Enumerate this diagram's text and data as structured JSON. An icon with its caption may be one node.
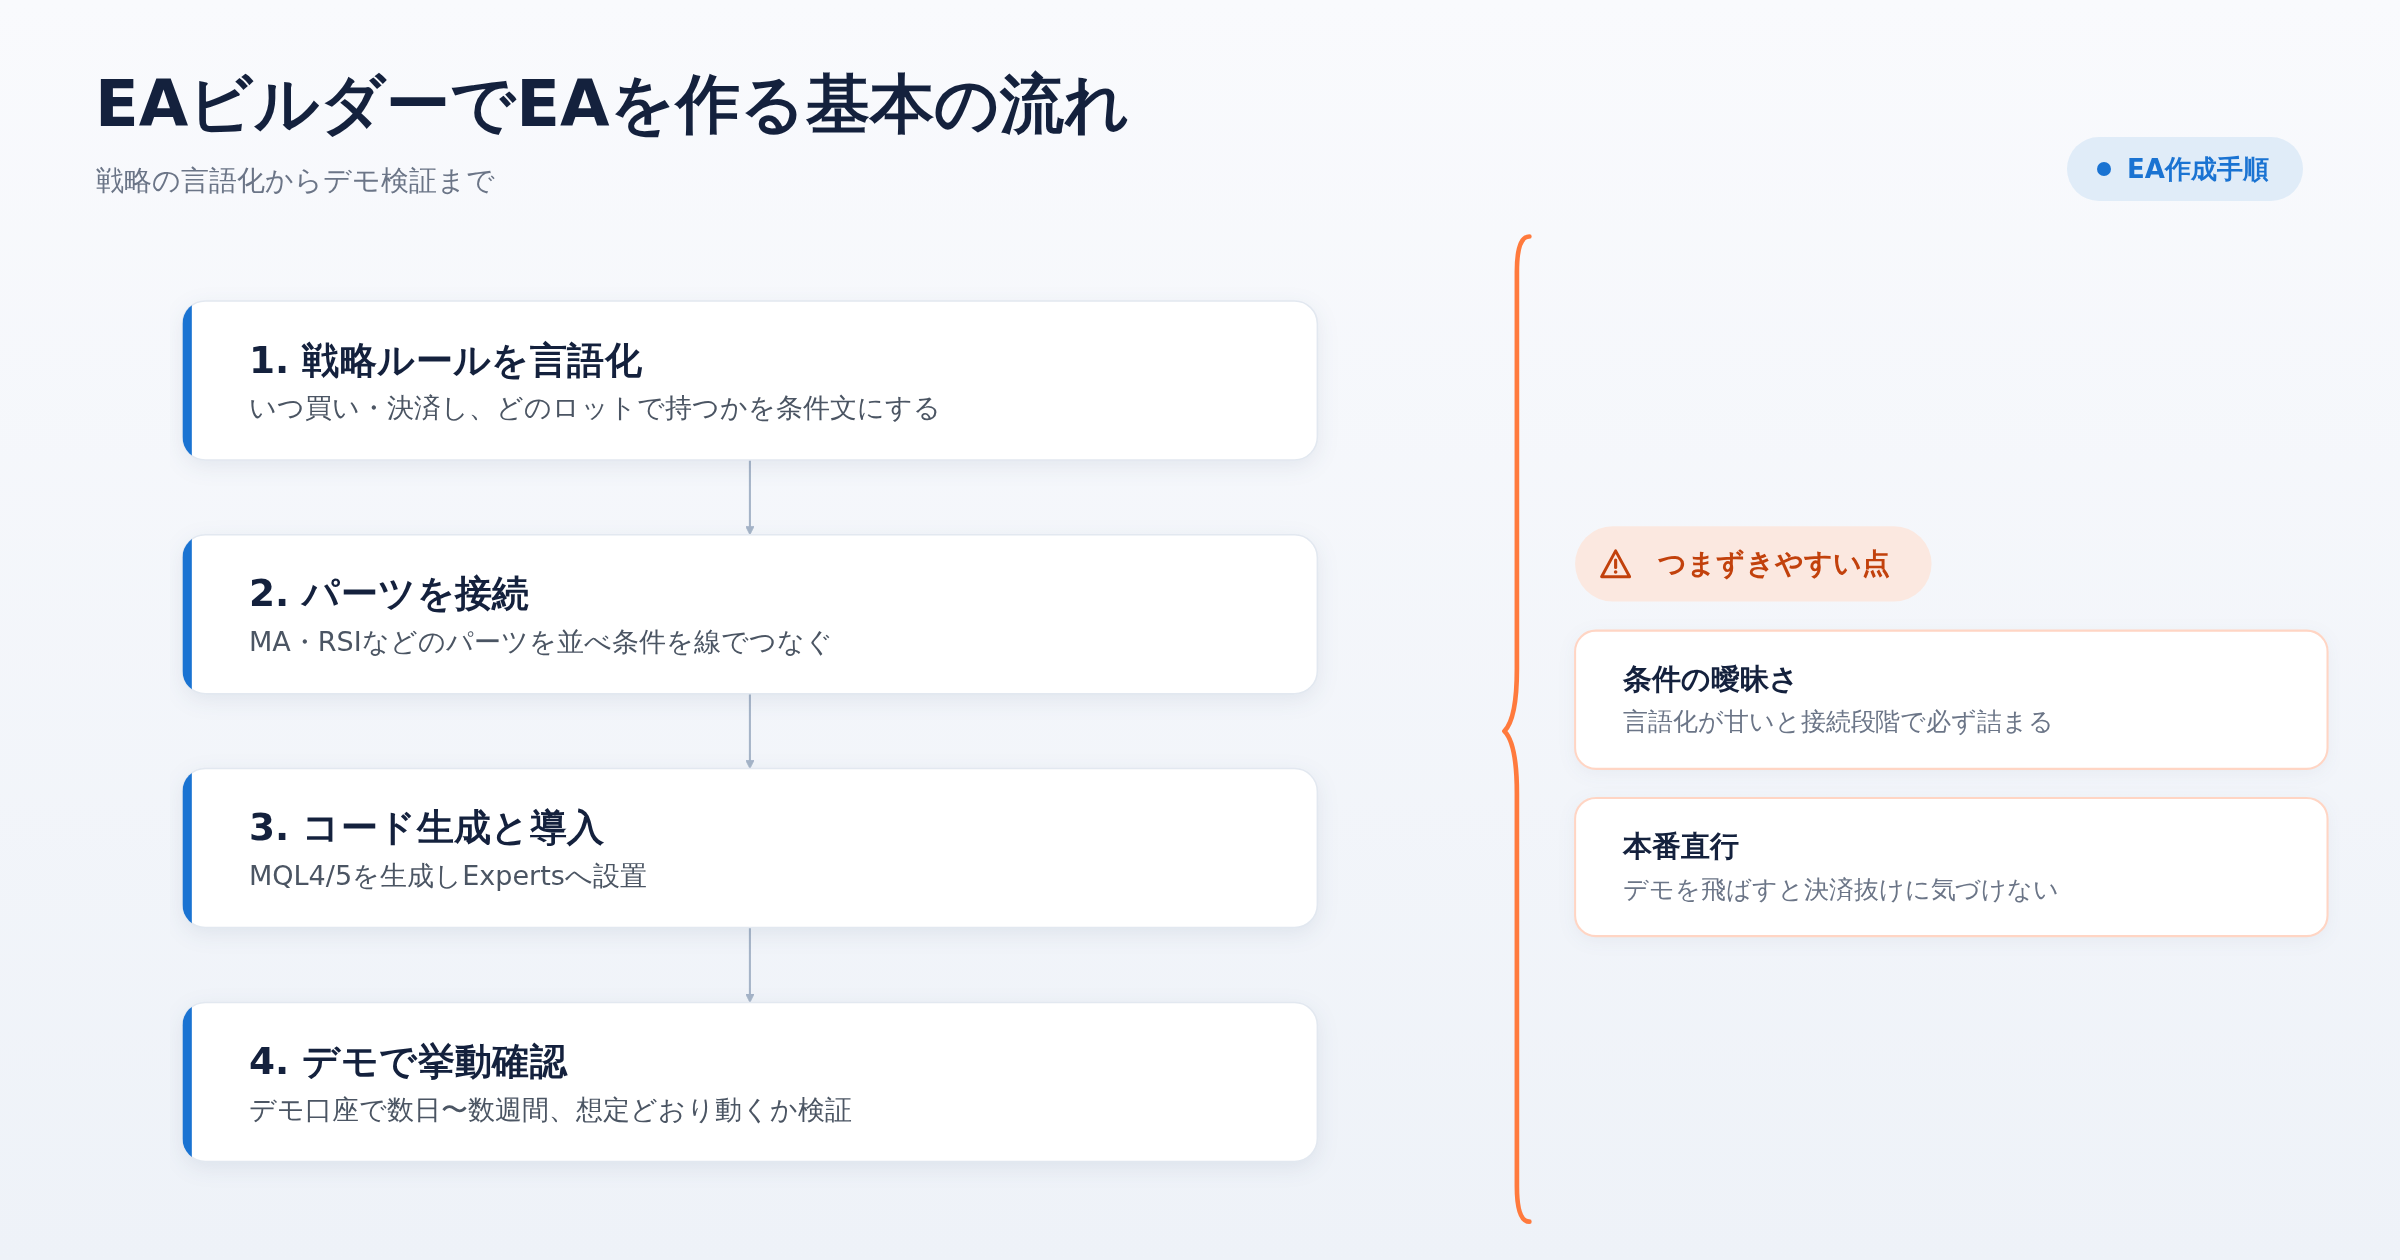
{
  "diagram": {
    "title": "EAビルダーでEAを作る基本の流れ",
    "nodes": [
      {
        "text": [
          "1. 戦略ルールを言語化",
          "いつ買い・決済し、どのロットで持つかを条件文にする"
        ]
      },
      {
        "text": [
          "2. パーツを接続",
          "MA・RSIなどのパーツを並べ条件を線でつなぐ"
        ]
      },
      {
        "text": [
          "3. コード生成と導入",
          "MQL4/5を生成しExpertsへ設置"
        ]
      },
      {
        "text": [
          "4. デモで挙動確認",
          "デモ口座で数日〜数週間、想定どおり動くか検証"
        ]
      },
      {
        "text": [
          "つまずきやすい点"
        ]
      },
      {
        "text": [
          "条件の曖昧さ",
          "言語化が甘いと接続段階で必ず詰まる"
        ]
      },
      {
        "text": [
          "本番直行",
          "デモを飛ばすと決済抜けに気づけない"
        ]
      }
    ],
    "edges": [
      {
        "from": 0,
        "to": 1,
        "arrow": "to"
      },
      {
        "from": 1,
        "to": 2,
        "arrow": "to"
      },
      {
        "from": 2,
        "to": 3,
        "arrow": "to"
      }
    ],
    "labels": [
      "戦略の言語化からデモ検証まで",
      "EA作成手順"
    ]
  }
}
